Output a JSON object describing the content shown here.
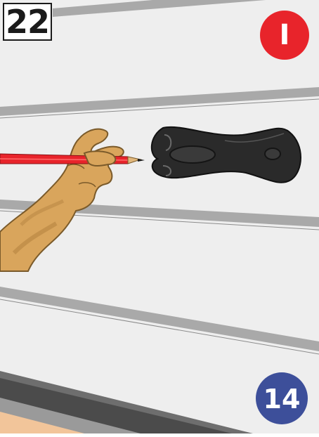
{
  "step": {
    "number": "22"
  },
  "badges": {
    "top": {
      "label": "I",
      "color": "#e8242b"
    },
    "bottom": {
      "label": "14",
      "color": "#3d4f9a"
    }
  },
  "colors": {
    "door_panel": "#eeeeee",
    "groove": "#a9a9a9",
    "floor": "#f2c59a",
    "hand": "#d9a55c",
    "pencil": "#e8242b",
    "handle": "#2a2a2a"
  },
  "icons": [
    "pencil-icon",
    "hand-icon",
    "door-handle-icon"
  ]
}
